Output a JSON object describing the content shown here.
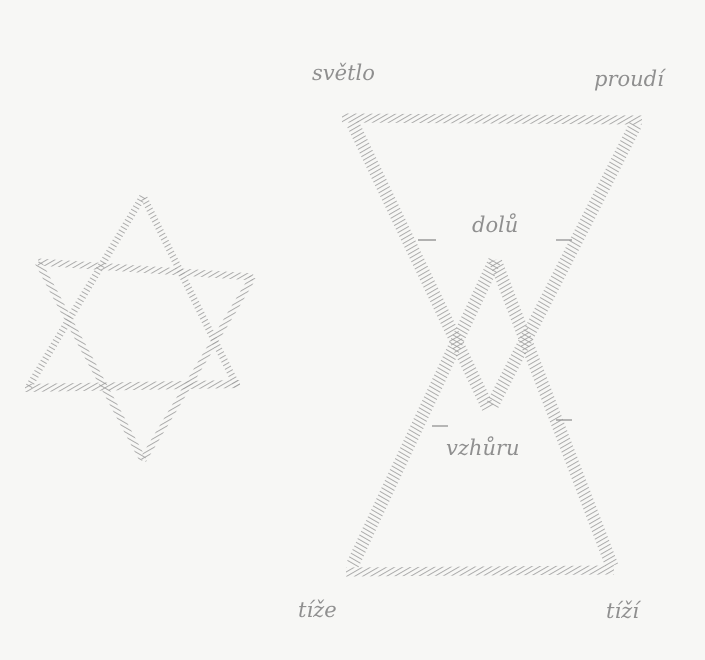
{
  "labels": {
    "top_left": "světlo",
    "top_right": "proudí",
    "inner_top": "dolů",
    "inner_bottom": "vzhůru",
    "bottom_left": "tíže",
    "bottom_right": "tíží"
  },
  "colors": {
    "background": "#f7f7f5",
    "hatch": "#9c9c9c",
    "text": "#8f8f8f"
  }
}
